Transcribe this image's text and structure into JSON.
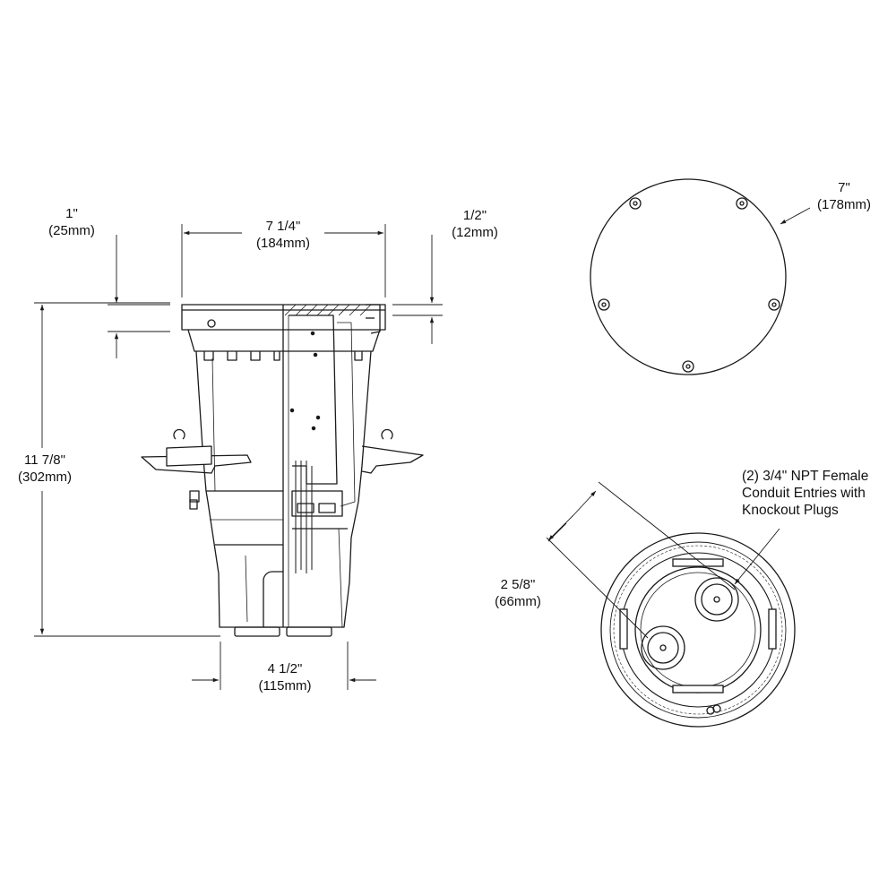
{
  "dimensions": {
    "top_flange": {
      "imperial": "1\"",
      "metric": "(25mm)"
    },
    "top_width": {
      "imperial": "7 1/4\"",
      "metric": "(184mm)"
    },
    "lid_offset": {
      "imperial": "1/2\"",
      "metric": "(12mm)"
    },
    "height": {
      "imperial": "11 7/8\"",
      "metric": "(302mm)"
    },
    "base_width": {
      "imperial": "4 1/2\"",
      "metric": "(115mm)"
    },
    "lid_diameter": {
      "imperial": "7\"",
      "metric": "(178mm)"
    },
    "conduit_spacing": {
      "imperial": "2 5/8\"",
      "metric": "(66mm)"
    }
  },
  "callout": {
    "lines": [
      "(2) 3/4\" NPT Female",
      "Conduit Entries with",
      "Knockout Plugs"
    ]
  },
  "colors": {
    "line": "#1a1a1a",
    "background": "#ffffff"
  }
}
